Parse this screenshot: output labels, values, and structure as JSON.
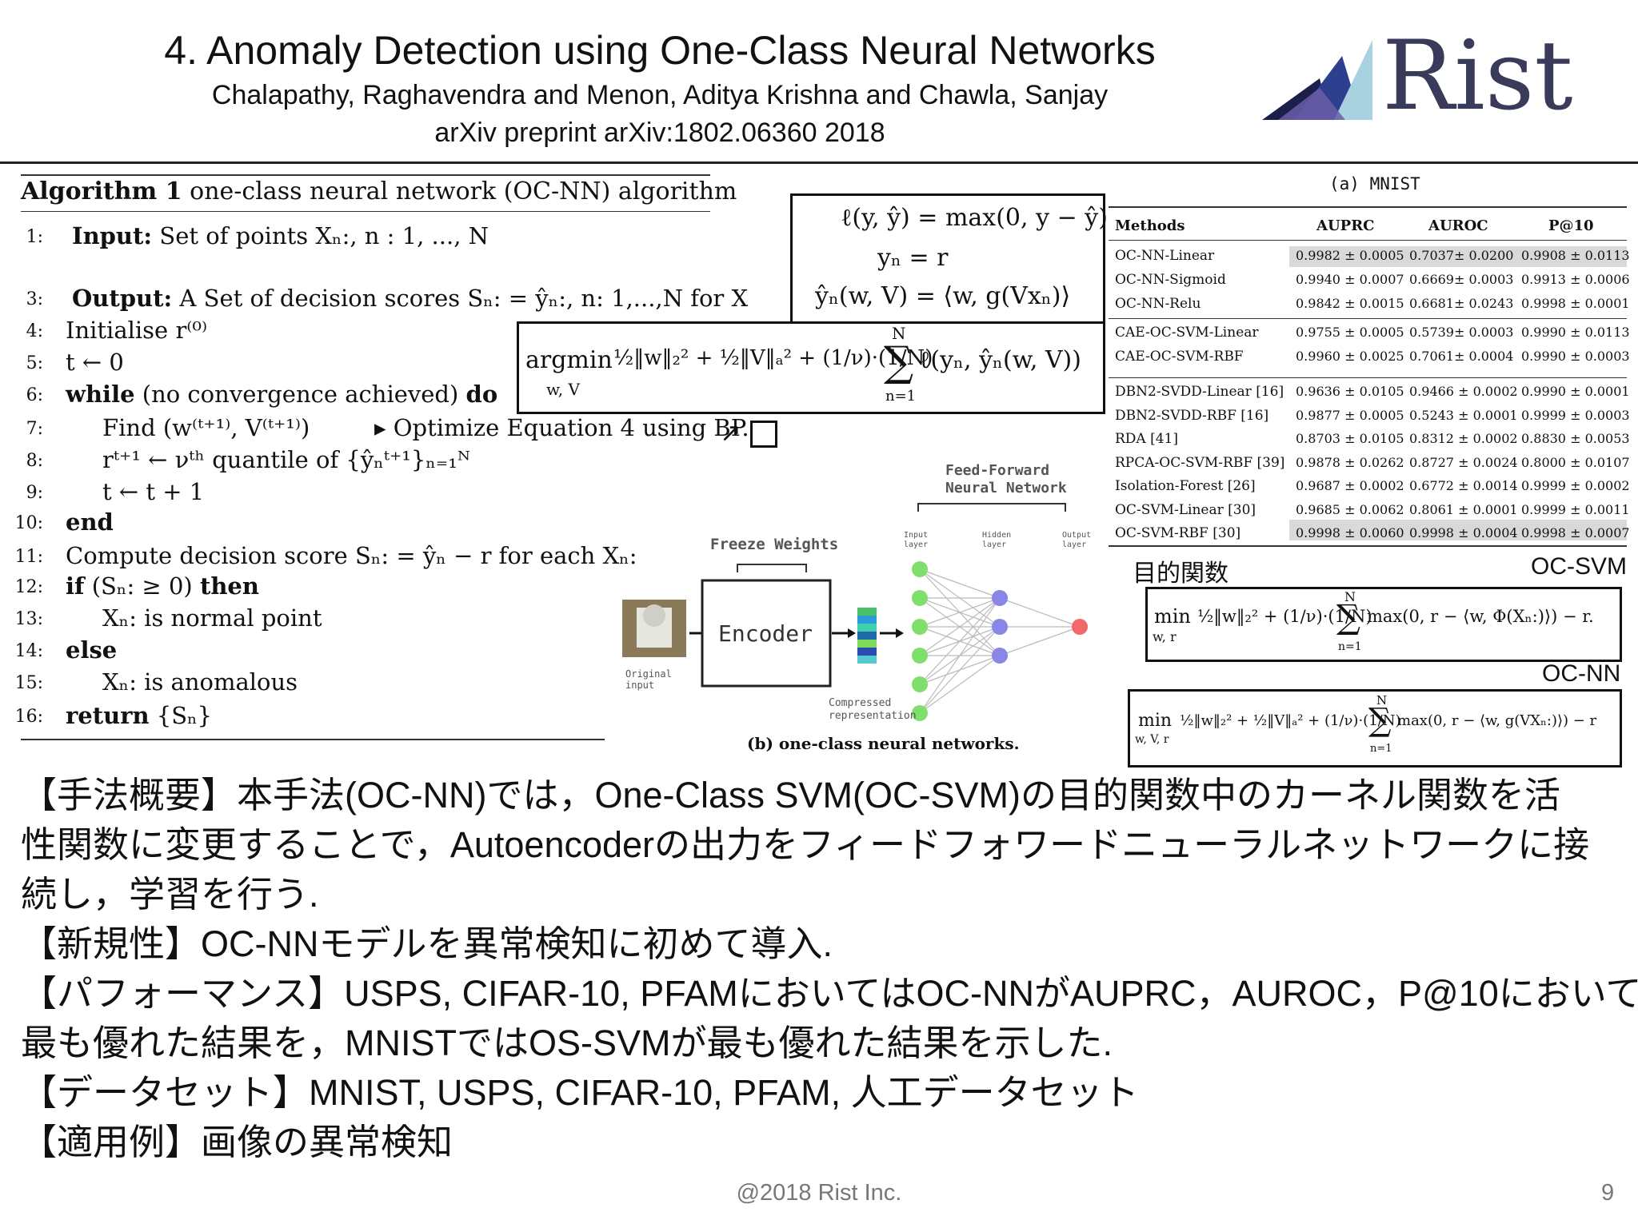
{
  "header": {
    "title": "4. Anomaly Detection using One-Class Neural Networks",
    "authors": "Chalapathy, Raghavendra and Menon, Aditya Krishna and Chawla, Sanjay",
    "venue": "arXiv preprint arXiv:1802.06360 2018",
    "logo_text": "Rist",
    "logo_colors": [
      "#1b1f4a",
      "#2f3f8f",
      "#6a5ea8",
      "#a9d2e0"
    ]
  },
  "algorithm": {
    "title_bold": "Algorithm 1",
    "title_rest": "one-class neural network (OC-NN) algorithm",
    "lines": [
      {
        "num": "1:",
        "text": "Input: Set of points Xₙ:,   n : 1, ..., N"
      },
      {
        "num": "3:",
        "text": "Output: A Set of decision scores Sₙ: = ŷₙ:, n: 1,...,N for X"
      },
      {
        "num": "4:",
        "text": "Initialise r⁽⁰⁾"
      },
      {
        "num": "5:",
        "text": "t ← 0"
      },
      {
        "num": "6:",
        "text": "while (no convergence achieved) do"
      },
      {
        "num": "7:",
        "text": "Find (w⁽ᵗ⁺¹⁾, V⁽ᵗ⁺¹⁾)"
      },
      {
        "num": "8:",
        "text": "rᵗ⁺¹ ← νᵗʰ quantile of {ŷₙᵗ⁺¹}ₙ₌₁ᴺ"
      },
      {
        "num": "9:",
        "text": "t ← t + 1"
      },
      {
        "num": "10:",
        "text": "end"
      },
      {
        "num": "11:",
        "text": "Compute decision score Sₙ: = ŷₙ − r for each Xₙ:"
      },
      {
        "num": "12:",
        "text": "if (Sₙ: ≥ 0) then"
      },
      {
        "num": "13:",
        "text": "Xₙ: is normal point"
      },
      {
        "num": "14:",
        "text": "else"
      },
      {
        "num": "15:",
        "text": "Xₙ: is anomalous"
      },
      {
        "num": "16:",
        "text": "return {Sₙ}"
      }
    ],
    "line7_comment": "▸ Optimize Equation 4 using BP."
  },
  "loss_box": {
    "line1": "ℓ(y, ŷ) = max(0, y − ŷ)",
    "line2": "yₙ = r",
    "line3": "ŷₙ(w, V) = ⟨w, g(Vxₙ)⟩"
  },
  "objective_box": {
    "argmin": "argmin",
    "sub": "w, V",
    "terms": "½‖w‖₂² + ½‖V‖ₐ² + (1/ν)·(1/N)",
    "sum_top": "N",
    "sum_bottom": "n=1",
    "tail": "ℓ(yₙ, ŷₙ(w, V))"
  },
  "table": {
    "caption": "(a) MNIST",
    "headers": [
      "Methods",
      "AUPRC",
      "AUROC",
      "P@10"
    ],
    "groups": [
      [
        [
          "OC-NN-Linear",
          "0.9982 ± 0.0005",
          "0.7037± 0.0200",
          "0.9908 ± 0.0113"
        ],
        [
          "OC-NN-Sigmoid",
          "0.9940 ± 0.0007",
          "0.6669± 0.0003",
          "0.9913 ± 0.0006"
        ],
        [
          "OC-NN-Relu",
          "0.9842 ± 0.0015",
          "0.6681± 0.0243",
          "0.9998 ± 0.0001"
        ]
      ],
      [
        [
          "CAE-OC-SVM-Linear",
          "0.9755 ± 0.0005",
          "0.5739± 0.0003",
          "0.9990 ± 0.0113"
        ],
        [
          "CAE-OC-SVM-RBF",
          "0.9960 ± 0.0025",
          "0.7061± 0.0004",
          "0.9990 ± 0.0003"
        ]
      ],
      [
        [
          "DBN2-SVDD-Linear [16]",
          "0.9636 ± 0.0105",
          "0.9466 ± 0.0002",
          "0.9990 ± 0.0001"
        ],
        [
          "DBN2-SVDD-RBF [16]",
          "0.9877 ± 0.0005",
          "0.5243 ± 0.0001",
          "0.9999 ± 0.0003"
        ],
        [
          "RDA [41]",
          "0.8703 ± 0.0105",
          "0.8312 ± 0.0002",
          "0.8830 ± 0.0053"
        ],
        [
          "RPCA-OC-SVM-RBF [39]",
          "0.9878 ± 0.0262",
          "0.8727 ± 0.0024",
          "0.8000 ± 0.0107"
        ],
        [
          "Isolation-Forest [26]",
          "0.9687 ± 0.0002",
          "0.6772 ± 0.0014",
          "0.9999 ± 0.0002"
        ],
        [
          "OC-SVM-Linear [30]",
          "0.9685 ± 0.0062",
          "0.8061 ± 0.0001",
          "0.9999 ± 0.0011"
        ],
        [
          "OC-SVM-RBF [30]",
          "0.9998 ± 0.0060",
          "0.9998 ± 0.0004",
          "0.9998 ± 0.0007"
        ]
      ]
    ]
  },
  "diagram": {
    "ffnn_title_1": "Feed-Forward",
    "ffnn_title_2": "Neural Network",
    "freeze": "Freeze Weights",
    "encoder": "Encoder",
    "original_1": "Original",
    "original_2": "input",
    "compressed_1": "Compressed",
    "compressed_2": "representation",
    "layer_input_1": "Input",
    "layer_input_2": "layer",
    "layer_hidden_1": "Hidden",
    "layer_hidden_2": "layer",
    "layer_output_1": "Output",
    "layer_output_2": "layer",
    "caption": "(b) one-class neural networks.",
    "input_color": "#7ee06b",
    "hidden_color": "#8a86e8",
    "output_color": "#f06a6a"
  },
  "labels": {
    "objective": "目的関数",
    "ocsvm": "OC-SVM",
    "ocnn": "OC-NN"
  },
  "ocsvm_formula": {
    "min": "min",
    "sub": "w, r",
    "terms": "½‖w‖₂² + (1/ν)·(1/N)",
    "sum_top": "N",
    "sum_bottom": "n=1",
    "tail": "max(0, r − ⟨w, Φ(Xₙ:)⟩) − r."
  },
  "ocnn_formula": {
    "min": "min",
    "sub": "w, V, r",
    "terms": "½‖w‖₂² + ½‖V‖ₐ² + (1/ν)·(1/N)",
    "sum_top": "N",
    "sum_bottom": "n=1",
    "tail": "max(0, r − ⟨w, g(VXₙ:)⟩) − r"
  },
  "body": {
    "lines": [
      "【手法概要】本手法(OC-NN)では，One-Class SVM(OC-SVM)の目的関数中のカーネル関数を活",
      "性関数に変更することで，Autoencoderの出力をフィードフォワードニューラルネットワークに接",
      "続し，学習を行う.",
      "【新規性】OC-NNモデルを異常検知に初めて導入.",
      "【パフォーマンス】USPS, CIFAR-10, PFAMにおいてはOC-NNがAUPRC，AUROC，P@10において",
      "最も優れた結果を，MNISTではOS-SVMが最も優れた結果を示した.",
      "【データセット】MNIST, USPS, CIFAR-10, PFAM, 人工データセット",
      "【適用例】画像の異常検知"
    ]
  },
  "footer": {
    "copyright": "@2018 Rist Inc.",
    "page": "9"
  }
}
